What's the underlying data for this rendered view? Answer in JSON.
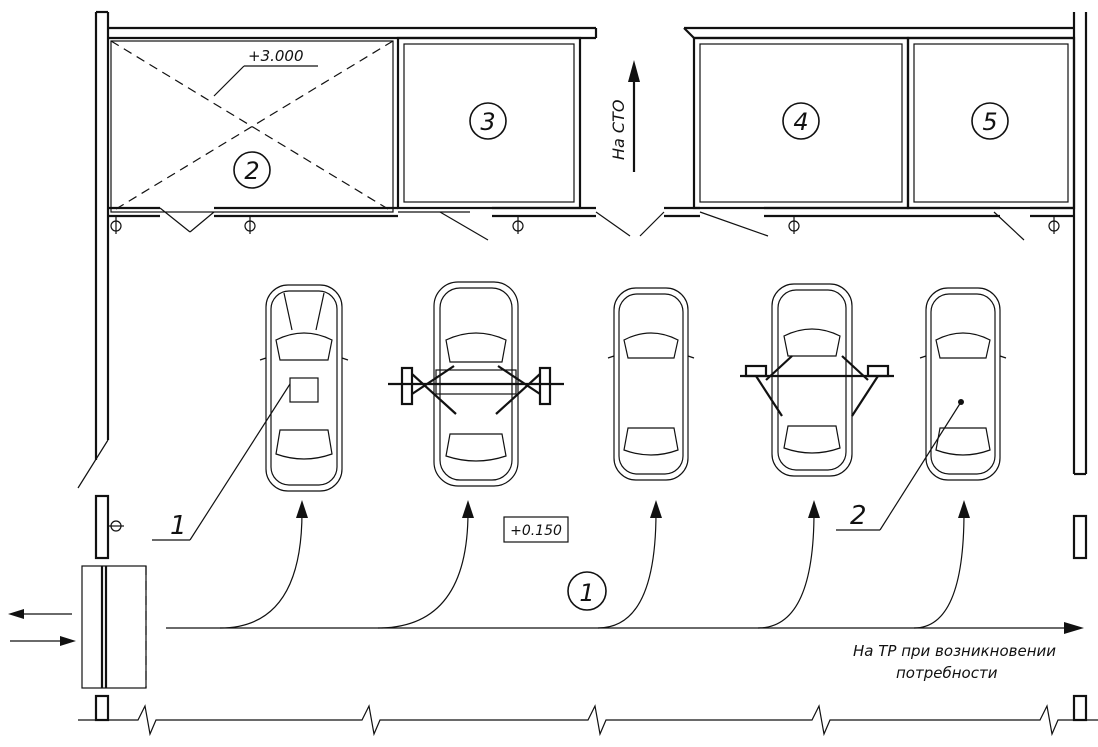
{
  "labels": {
    "elevation_top": "+3.000",
    "elevation_floor": "+0.150",
    "to_sto": "На СТО",
    "to_tr_line1": "На ТР при возникновении",
    "to_tr_line2": "потребности"
  },
  "room_markers": {
    "room_2": "2",
    "room_3": "3",
    "room_4": "4",
    "room_5": "5",
    "flow_1": "1"
  },
  "leaders": {
    "leader_1": "1",
    "leader_2": "2"
  }
}
